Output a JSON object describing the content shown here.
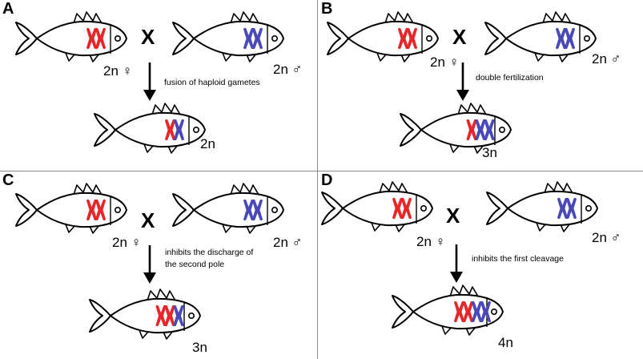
{
  "panels": {
    "A": {
      "letter": "A",
      "cross": "X",
      "female_ploidy": "2n ♀",
      "male_ploidy": "2n ♂",
      "process": "fusion of haploid gametes",
      "offspring_ploidy": "2n"
    },
    "B": {
      "letter": "B",
      "cross": "X",
      "female_ploidy": "2n ♀",
      "male_ploidy": "2n ♂",
      "process": "double fertilization",
      "offspring_ploidy": "3n"
    },
    "C": {
      "letter": "C",
      "cross": "X",
      "female_ploidy": "2n ♀",
      "male_ploidy": "2n ♂",
      "process_line1": "inhibits the discharge of",
      "process_line2": "the second pole",
      "offspring_ploidy": "3n"
    },
    "D": {
      "letter": "D",
      "cross": "X",
      "female_ploidy": "2n ♀",
      "male_ploidy": "2n ♂",
      "process": "inhibits the first cleavage",
      "offspring_ploidy": "4n"
    }
  },
  "colors": {
    "maternal_chromosome": "#e8262a",
    "paternal_chromosome": "#4a49b8",
    "outline": "#000000",
    "divider": "#8a8a8a"
  },
  "fish": {
    "A_female": {
      "maternal": 2,
      "paternal": 0
    },
    "A_male": {
      "maternal": 0,
      "paternal": 2
    },
    "A_offspring": {
      "maternal": 1,
      "paternal": 1
    },
    "B_female": {
      "maternal": 2,
      "paternal": 0
    },
    "B_male": {
      "maternal": 0,
      "paternal": 2
    },
    "B_offspring": {
      "maternal": 1,
      "paternal": 2
    },
    "C_female": {
      "maternal": 2,
      "paternal": 0
    },
    "C_male": {
      "maternal": 0,
      "paternal": 2
    },
    "C_offspring": {
      "maternal": 2,
      "paternal": 1
    },
    "D_female": {
      "maternal": 2,
      "paternal": 0
    },
    "D_male": {
      "maternal": 0,
      "paternal": 2
    },
    "D_offspring": {
      "maternal": 2,
      "paternal": 2
    }
  }
}
